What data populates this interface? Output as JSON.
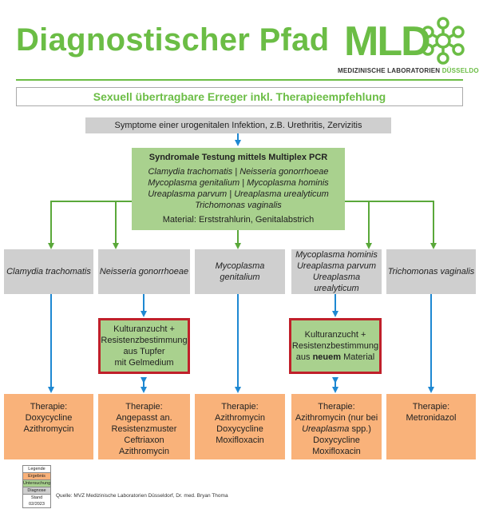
{
  "header": {
    "title": "Diagnostischer Pfad",
    "logo_text": "MLD",
    "logo_sub_main": "MEDIZINISCHE LABORATORIEN ",
    "logo_sub_accent": "DÜSSELDORF",
    "subtitle": "Sexuell übertragbare Erreger inkl. Therapieempfehlung"
  },
  "symptoms": "Symptome einer urogenitalen Infektion, z.B. Urethritis, Zervizitis",
  "pcr": {
    "title": "Syndromale Testung mittels Multiplex PCR",
    "pathogens": [
      "Clamydia trachomatis | Neisseria gonorrhoeae",
      "Mycoplasma genitalium | Mycoplasma hominis",
      "Ureaplasma parvum | Ureaplasma urealyticum",
      "Trichomonas vaginalis"
    ],
    "material": "Material: Erststrahlurin, Genitalabstrich"
  },
  "diagnoses": [
    [
      "Clamydia trachomatis"
    ],
    [
      "Neisseria gonorrhoeae"
    ],
    [
      "Mycoplasma genitalium"
    ],
    [
      "Mycoplasma hominis",
      "Ureaplasma parvum",
      "Ureaplasma urealyticum"
    ],
    [
      "Trichomonas vaginalis"
    ]
  ],
  "cultures": {
    "left": [
      "Kulturanzucht +",
      "Resistenzbestimmung",
      "aus Tupfer",
      "mit Gelmedium"
    ],
    "right_lines": [
      "Kulturanzucht +",
      "Resistenzbestimmung"
    ],
    "right_last_pre": "aus ",
    "right_last_bold": "neuem",
    "right_last_post": " Material"
  },
  "therapies": {
    "t1": [
      "Therapie:",
      "Doxycycline",
      "Azithromycin"
    ],
    "t2": [
      "Therapie:",
      "Angepasst an.",
      "Resistenzmuster",
      "Ceftriaxon",
      "Azithromycin"
    ],
    "t3": [
      "Therapie:",
      "Azithromycin",
      "Doxycycline",
      "Moxifloxacin"
    ],
    "t4_first": [
      "Therapie:",
      "Azithromycin (nur bei"
    ],
    "t4_italic": "Ureaplasma",
    "t4_italic_post": " spp.)",
    "t4_rest": [
      "Doxycycline",
      "Moxifloxacin"
    ],
    "t5": [
      "Therapie:",
      "Metronidazol"
    ]
  },
  "legend": {
    "title": "Legende",
    "items": [
      "Ergebnis",
      "Untersuchung",
      "Diagnose"
    ],
    "stand": "Stand 02/2023"
  },
  "source": "Quelle: MVZ Medizinische Laboratorien Düsseldorf, Dr. med. Bryan Thoma",
  "colors": {
    "accent_green": "#6bbd45",
    "box_green": "#a9d18e",
    "box_grey": "#cfcfcf",
    "box_orange": "#f9b27a",
    "culture_border": "#c0202a",
    "arrow_blue": "#1e88d2",
    "arrow_green": "#5aa83a"
  }
}
